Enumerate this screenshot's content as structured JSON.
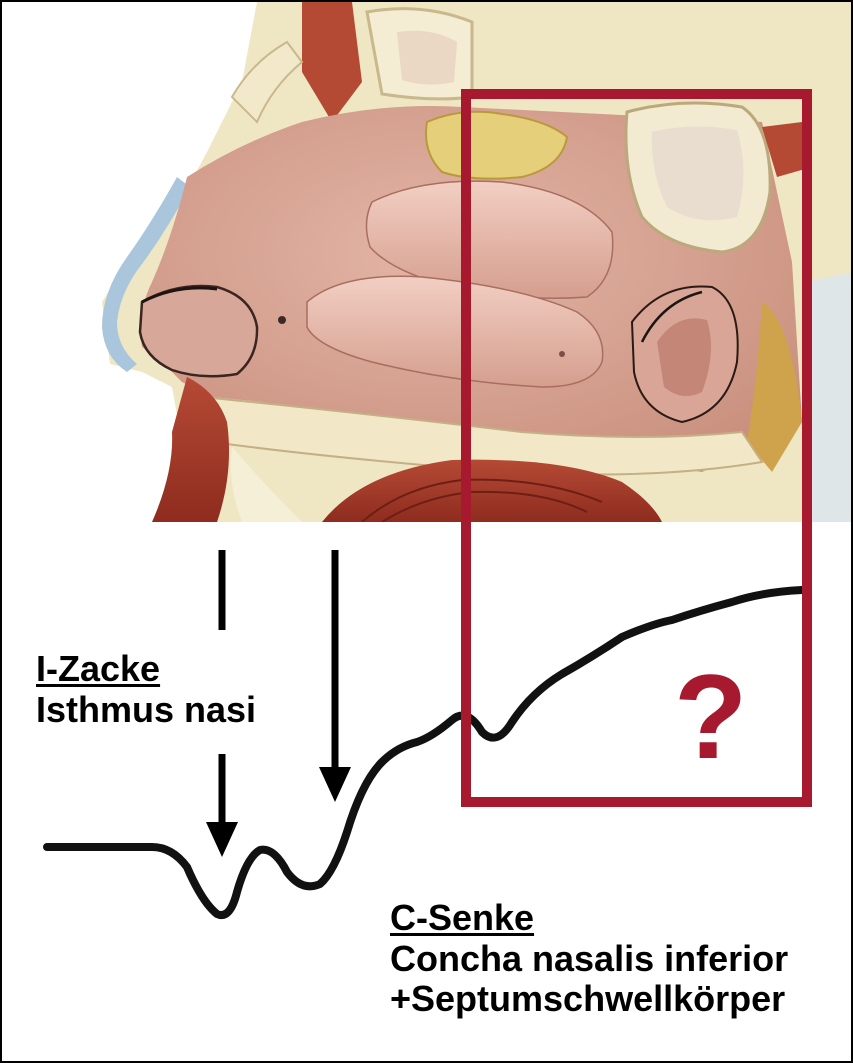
{
  "labels": {
    "i_zacke_title": "I-Zacke",
    "i_zacke_desc": "Isthmus nasi",
    "c_senke_title": "C-Senke",
    "c_senke_desc_1": "Concha nasalis inferior",
    "c_senke_desc_2": "+Septumschwellkörper",
    "question_mark": "?"
  },
  "colors": {
    "highlight_box": "#a6192e",
    "curve": "#111111",
    "arrows": "#000000",
    "skin": "#c9917a",
    "mucosa": "#d8a89a",
    "concha": "#e7b9ab",
    "bone": "#efe6c3",
    "muscle": "#a8392a",
    "sinus": "#e9e1c8"
  },
  "icons": [
    "down-arrow-icon",
    "question-mark-icon"
  ]
}
